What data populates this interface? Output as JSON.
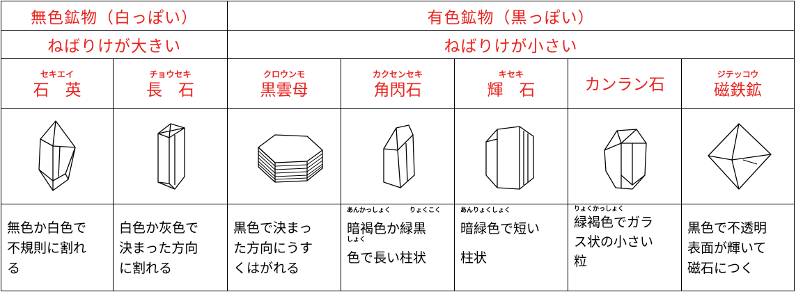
{
  "groups": {
    "colorless": {
      "title": "無色鉱物（白っぽい）",
      "viscosity": "ねばりけが大きい"
    },
    "colored": {
      "title": "有色鉱物（黒っぽい）",
      "viscosity": "ねばりけが小さい"
    }
  },
  "minerals": [
    {
      "reading": "セキエイ",
      "name": "石　英",
      "icon": "quartz-crystal-icon",
      "description": "無色か白色で\n不規則に割れ\nる"
    },
    {
      "reading": "チョウセキ",
      "name": "長　石",
      "icon": "feldspar-crystal-icon",
      "description": "白色か灰色で\n決まった方向\nに割れる"
    },
    {
      "reading": "クロウンモ",
      "name": "黒雲母",
      "icon": "biotite-crystal-icon",
      "description": "黒色で決まっ\nた方向にうす\nくはがれる"
    },
    {
      "reading": "カクセンセキ",
      "name": "角閃石",
      "icon": "hornblende-crystal-icon",
      "description": "暗褐色か緑黒\n色で長い柱状",
      "ruby": [
        "あんかっしょく",
        "りょくこく",
        "しょく"
      ]
    },
    {
      "reading": "キセキ",
      "name": "輝　石",
      "icon": "pyroxene-crystal-icon",
      "description": "暗緑色で短い\n柱状",
      "ruby": [
        "あんりょくしょく"
      ]
    },
    {
      "reading": "",
      "name": "カンラン石",
      "icon": "olivine-crystal-icon",
      "description": "緑褐色でガラ\nス状の小さい\n粒",
      "ruby": [
        "りょくかっしょく"
      ]
    },
    {
      "reading": "ジテッコウ",
      "name": "磁鉄鉱",
      "icon": "magnetite-crystal-icon",
      "description": "黒色で不透明\n表面が輝いて\n磁石につく"
    }
  ],
  "colors": {
    "heading": "#e8231f",
    "text": "#000000",
    "border": "#000000"
  }
}
